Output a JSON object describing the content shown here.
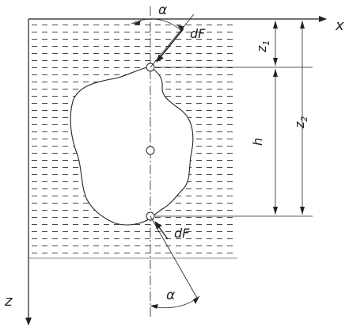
{
  "labels": {
    "x_axis": "x",
    "z_axis": "z",
    "alpha_top": "α",
    "alpha_bottom": "α",
    "dF_top": "dF",
    "dF_bottom": "dF",
    "z1": "z",
    "z1_sub": "1",
    "z2": "z",
    "z2_sub": "2",
    "h": "h"
  }
}
